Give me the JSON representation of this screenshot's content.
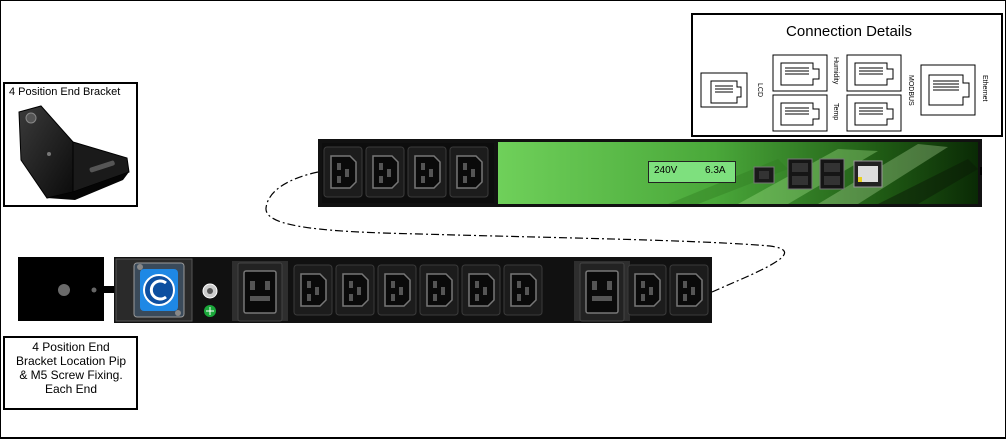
{
  "bracket_label": "4 Position End Bracket",
  "connection_details": {
    "title": "Connection Details",
    "ports": {
      "lcd": "LCD",
      "humidity": "Humidity",
      "temp": "Temp",
      "modbus": "MODBUS",
      "ethernet": "Ethernet"
    }
  },
  "lcd_display": {
    "voltage": "240V",
    "current": "6.3A"
  },
  "location_caption": {
    "line1": "4 Position End",
    "line2": "Bracket Location Pip",
    "line3": "& M5 Screw Fixing.",
    "line4": "Each End"
  },
  "colors": {
    "panel_green": "#5cb84a",
    "lcd_green": "#7ee07e",
    "inlet_blue": "#1e88e5",
    "chassis": "#111111"
  }
}
